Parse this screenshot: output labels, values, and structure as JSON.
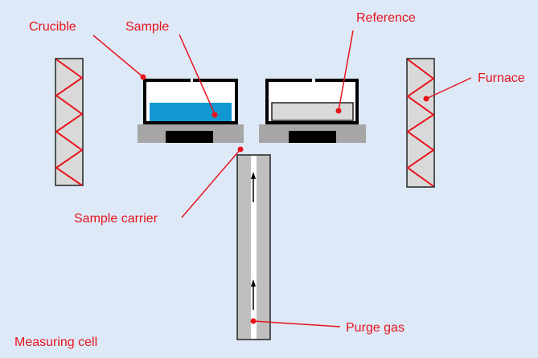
{
  "title": "Measuring cell",
  "labels": {
    "crucible": "Crucible",
    "sample": "Sample",
    "reference": "Reference",
    "furnace": "Furnace",
    "sample_carrier": "Sample carrier",
    "purge_gas": "Purge gas",
    "measuring_cell": "Measuring cell"
  },
  "colors": {
    "background": "#dde9f7",
    "label_red": "#e8141c",
    "sample_blue": "#1198d2",
    "reference_gray": "#d9d9d9",
    "carrier_gray": "#a6a6a6",
    "furnace_fill": "#d9d9d9",
    "tube_fill": "#bfbfbf"
  },
  "flow_direction": "up"
}
